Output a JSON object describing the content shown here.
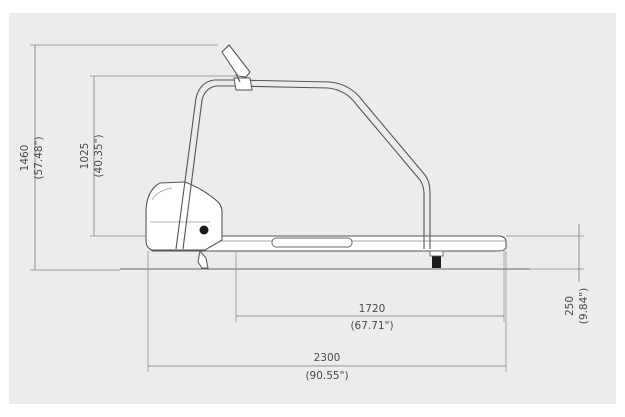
{
  "dimensions": {
    "height_total": {
      "mm": "1460",
      "in": "(57.48\")"
    },
    "height_handrail": {
      "mm": "1025",
      "in": "(40.35\")"
    },
    "height_deck": {
      "mm": "250",
      "in": "(9.84\")"
    },
    "length_belt": {
      "mm": "1720",
      "in": "(67.71\")"
    },
    "length_total": {
      "mm": "2300",
      "in": "(90.55\")"
    }
  },
  "colors": {
    "background": "#ececec",
    "line": "#555555",
    "text": "#4a4a4a"
  }
}
